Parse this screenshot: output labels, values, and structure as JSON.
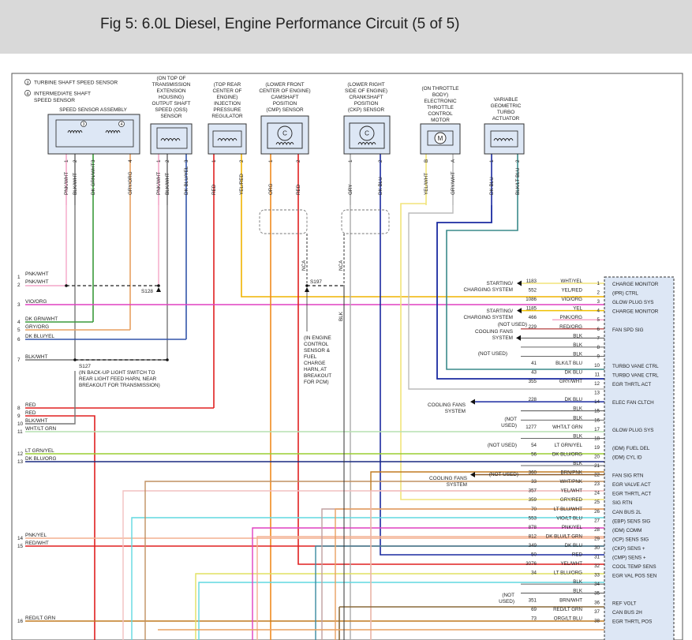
{
  "title": "Fig 5: 6.0L Diesel, Engine Performance Circuit (5 of 5)",
  "legend": {
    "item3": "TURBINE SHAFT SPEED SENSOR",
    "item3_num": "3",
    "item4_line1": "INTERMEDIATE SHAFT",
    "item4_line2": "SPEED SENSOR",
    "item4_num": "4"
  },
  "components": [
    {
      "lines": [
        "SPEED SENSOR ASSEMBLY"
      ]
    },
    {
      "lines": [
        "(ON TOP OF",
        "TRANSMISSION",
        "EXTENSION",
        "HOUSING)",
        "OUTPUT SHAFT",
        "SPEED (OSS)",
        "SENSOR"
      ]
    },
    {
      "lines": [
        "(TOP REAR",
        "CENTER OF",
        "ENGINE)",
        "INJECTION",
        "PRESSURE",
        "REGULATOR"
      ]
    },
    {
      "lines": [
        "(LOWER FRONT",
        "CENTER OF ENGINE)",
        "CAMSHAFT",
        "POSITION",
        "(CMP) SENSOR"
      ]
    },
    {
      "lines": [
        "(LOWER RIGHT",
        "SIDE OF ENGINE)",
        "CRANKSHAFT",
        "POSITION",
        "(CKP) SENSOR"
      ]
    },
    {
      "lines": [
        "(ON THROTTLE",
        "BODY)",
        "ELECTRONIC",
        "THROTTLE",
        "CONTROL",
        "MOTOR"
      ]
    },
    {
      "lines": [
        "VARIABLE",
        "GEOMETRIC",
        "TURBO",
        "ACTUATOR"
      ]
    }
  ],
  "vertical_wires": [
    {
      "label": "PNK/WHT",
      "pin": "1",
      "color": "#f4a6c8"
    },
    {
      "label": "BLK/WHT",
      "pin": "2",
      "color": "#777777"
    },
    {
      "label": "DK GRN/WHT",
      "pin": "3",
      "color": "#3a9a3a"
    },
    {
      "label": "GRY/ORG",
      "pin": "4",
      "color": "#e8a060"
    },
    {
      "label": "PNK/WHT",
      "pin": "1",
      "color": "#f4a6c8"
    },
    {
      "label": "BLK/WHT",
      "pin": "2",
      "color": "#777777"
    },
    {
      "label": "DK BLU/YEL",
      "pin": "3",
      "color": "#3355aa"
    },
    {
      "label": "RED",
      "pin": "1",
      "color": "#e02020"
    },
    {
      "label": "YEL/RED",
      "pin": "2",
      "color": "#f0b400"
    },
    {
      "label": "ORG",
      "pin": "1",
      "color": "#f08a1e"
    },
    {
      "label": "RED",
      "pin": "2",
      "color": "#e02020"
    },
    {
      "label": "GRY",
      "pin": "1",
      "color": "#aaaaaa"
    },
    {
      "label": "DK BLU",
      "pin": "2",
      "color": "#1a2aa0"
    },
    {
      "label": "YEL/WHT",
      "pin": "B",
      "color": "#f2e47a"
    },
    {
      "label": "GRY/WHT",
      "pin": "A",
      "color": "#bbbbbb"
    },
    {
      "label": "DK BLU",
      "pin": "1",
      "color": "#1a2aa0"
    },
    {
      "label": "BLK/LT BLU",
      "pin": "2",
      "color": "#3a8a8a"
    }
  ],
  "splices": {
    "s127": "S127",
    "s128": "S128",
    "s197": "S197"
  },
  "nca": [
    "NCA",
    "NCA"
  ],
  "blk_label": "BLK",
  "note_s127": [
    "(IN BACK-UP LIGHT SWITCH TO",
    "REAR LIGHT FEED HARN, NEAR",
    "BREAKOUT FOR TRANSMISSION)"
  ],
  "note_s197": [
    "(IN ENGINE",
    "CONTROL",
    "SENSOR &",
    "FUEL",
    "CHARGE",
    "HARN, AT",
    "BREAKOUT",
    "FOR PCM)"
  ],
  "left_pins": [
    {
      "num": "1",
      "label": "PNK/WHT"
    },
    {
      "num": "2",
      "label": "PNK/WHT"
    },
    {
      "num": "3",
      "label": "VIO/ORG"
    },
    {
      "num": "4",
      "label": "DK GRN/WHT"
    },
    {
      "num": "5",
      "label": "GRY/ORG"
    },
    {
      "num": "6",
      "label": "DK BLU/YEL"
    },
    {
      "num": "7",
      "label": "BLK/WHT"
    },
    {
      "num": "8",
      "label": "RED"
    },
    {
      "num": "9",
      "label": "RED"
    },
    {
      "num": "10",
      "label": "BLK/WHT"
    },
    {
      "num": "11",
      "label": "WHT/LT GRN"
    },
    {
      "num": "12",
      "label": "LT GRN/YEL"
    },
    {
      "num": "13",
      "label": "DK BLU/ORG"
    },
    {
      "num": "14",
      "label": "PNK/YEL"
    },
    {
      "num": "15",
      "label": "RED/WHT"
    },
    {
      "num": "16",
      "label": "RED/LT GRN"
    }
  ],
  "right_pins": [
    {
      "num": "1",
      "circuit": "1183",
      "wire": "WHT/YEL",
      "func": "CHARGE MONITOR"
    },
    {
      "num": "2",
      "circuit": "552",
      "wire": "YEL/RED",
      "func": "(IPR) CTRL"
    },
    {
      "num": "3",
      "circuit": "1086",
      "wire": "VIO/ORG",
      "func": "GLOW PLUG SYS"
    },
    {
      "num": "4",
      "circuit": "1185",
      "wire": "YEL",
      "func": "CHARGE MONITOR"
    },
    {
      "num": "5",
      "circuit": "466",
      "wire": "PNK/ORG",
      "func": ""
    },
    {
      "num": "6",
      "circuit": "229",
      "wire": "RED/ORG",
      "func": "FAN SPD SIG"
    },
    {
      "num": "7",
      "circuit": "",
      "wire": "BLK",
      "func": ""
    },
    {
      "num": "8",
      "circuit": "",
      "wire": "BLK",
      "func": ""
    },
    {
      "num": "9",
      "circuit": "",
      "wire": "BLK",
      "func": ""
    },
    {
      "num": "10",
      "circuit": "41",
      "wire": "BLK/LT BLU",
      "func": "TURBO VANE CTRL"
    },
    {
      "num": "11",
      "circuit": "43",
      "wire": "DK BLU",
      "func": "TURBO VANE CTRL"
    },
    {
      "num": "12",
      "circuit": "355",
      "wire": "GRY/WHT",
      "func": "EGR THRTL ACT"
    },
    {
      "num": "13",
      "circuit": "",
      "wire": "",
      "func": ""
    },
    {
      "num": "14",
      "circuit": "228",
      "wire": "DK BLU",
      "func": "ELEC FAN CLTCH"
    },
    {
      "num": "15",
      "circuit": "",
      "wire": "BLK",
      "func": ""
    },
    {
      "num": "16",
      "circuit": "",
      "wire": "BLK",
      "func": ""
    },
    {
      "num": "17",
      "circuit": "1277",
      "wire": "WHT/LT GRN",
      "func": "GLOW PLUG SYS"
    },
    {
      "num": "18",
      "circuit": "",
      "wire": "BLK",
      "func": ""
    },
    {
      "num": "19",
      "circuit": "54",
      "wire": "LT GRN/YEL",
      "func": "(IDM) FUEL DEL"
    },
    {
      "num": "20",
      "circuit": "56",
      "wire": "DK BLU/ORG",
      "func": "(IDM) CYL ID"
    },
    {
      "num": "21",
      "circuit": "",
      "wire": "BLK",
      "func": ""
    },
    {
      "num": "22",
      "circuit": "360",
      "wire": "BRN/PNK",
      "func": "FAN SIG RTN"
    },
    {
      "num": "23",
      "circuit": "33",
      "wire": "WHT/PNK",
      "func": "EGR VALVE ACT"
    },
    {
      "num": "24",
      "circuit": "357",
      "wire": "YEL/WHT",
      "func": "EGR THRTL ACT"
    },
    {
      "num": "25",
      "circuit": "359",
      "wire": "GRY/RED",
      "func": "SIG RTN"
    },
    {
      "num": "26",
      "circuit": "70",
      "wire": "LT BLU/WHT",
      "func": "CAN BUS 2L"
    },
    {
      "num": "27",
      "circuit": "553",
      "wire": "VIO/LT BLU",
      "func": "(EBP) SENS SIG"
    },
    {
      "num": "28",
      "circuit": "878",
      "wire": "PNK/YEL",
      "func": "(IDM) COMM"
    },
    {
      "num": "29",
      "circuit": "812",
      "wire": "DK BLU/LT GRN",
      "func": "(ICP) SENS SIG"
    },
    {
      "num": "30",
      "circuit": "349",
      "wire": "DK BLU",
      "func": "(CKP) SENS +"
    },
    {
      "num": "31",
      "circuit": "50",
      "wire": "RED",
      "func": "(CMP) SENS +"
    },
    {
      "num": "32",
      "circuit": "3076",
      "wire": "YEL/WHT",
      "func": "COOL TEMP SENS"
    },
    {
      "num": "33",
      "circuit": "34",
      "wire": "LT BLU/ORG",
      "func": "EGR VAL POS SEN"
    },
    {
      "num": "34",
      "circuit": "",
      "wire": "BLK",
      "func": ""
    },
    {
      "num": "35",
      "circuit": "",
      "wire": "BLK",
      "func": ""
    },
    {
      "num": "36",
      "circuit": "351",
      "wire": "BRN/WHT",
      "func": "REF VOLT"
    },
    {
      "num": "37",
      "circuit": "69",
      "wire": "RED/LT GRN",
      "func": "CAN BUS 2H"
    },
    {
      "num": "38",
      "circuit": "73",
      "wire": "ORG/LT BLU",
      "func": "EGR THRTL POS"
    }
  ],
  "destinations": [
    {
      "lines": [
        "STARTING/",
        "CHARGING SYSTEM"
      ]
    },
    {
      "lines": [
        "STARTING/",
        "CHARGING SYSTEM"
      ]
    },
    {
      "lines": [
        "(NOT USED)"
      ]
    },
    {
      "lines": [
        "COOLING FANS",
        "SYSTEM"
      ]
    },
    {
      "lines": [
        "(NOT USED)"
      ]
    },
    {
      "lines": [
        "COOLING FANS",
        "SYSTEM"
      ]
    },
    {
      "lines": [
        "(NOT",
        "USED)"
      ]
    },
    {
      "lines": [
        "(NOT USED)"
      ]
    },
    {
      "lines": [
        "(NOT USED)"
      ]
    },
    {
      "lines": [
        "COOLING FANS",
        "SYSTEM"
      ]
    },
    {
      "lines": [
        "(NOT",
        "USED)"
      ]
    }
  ]
}
